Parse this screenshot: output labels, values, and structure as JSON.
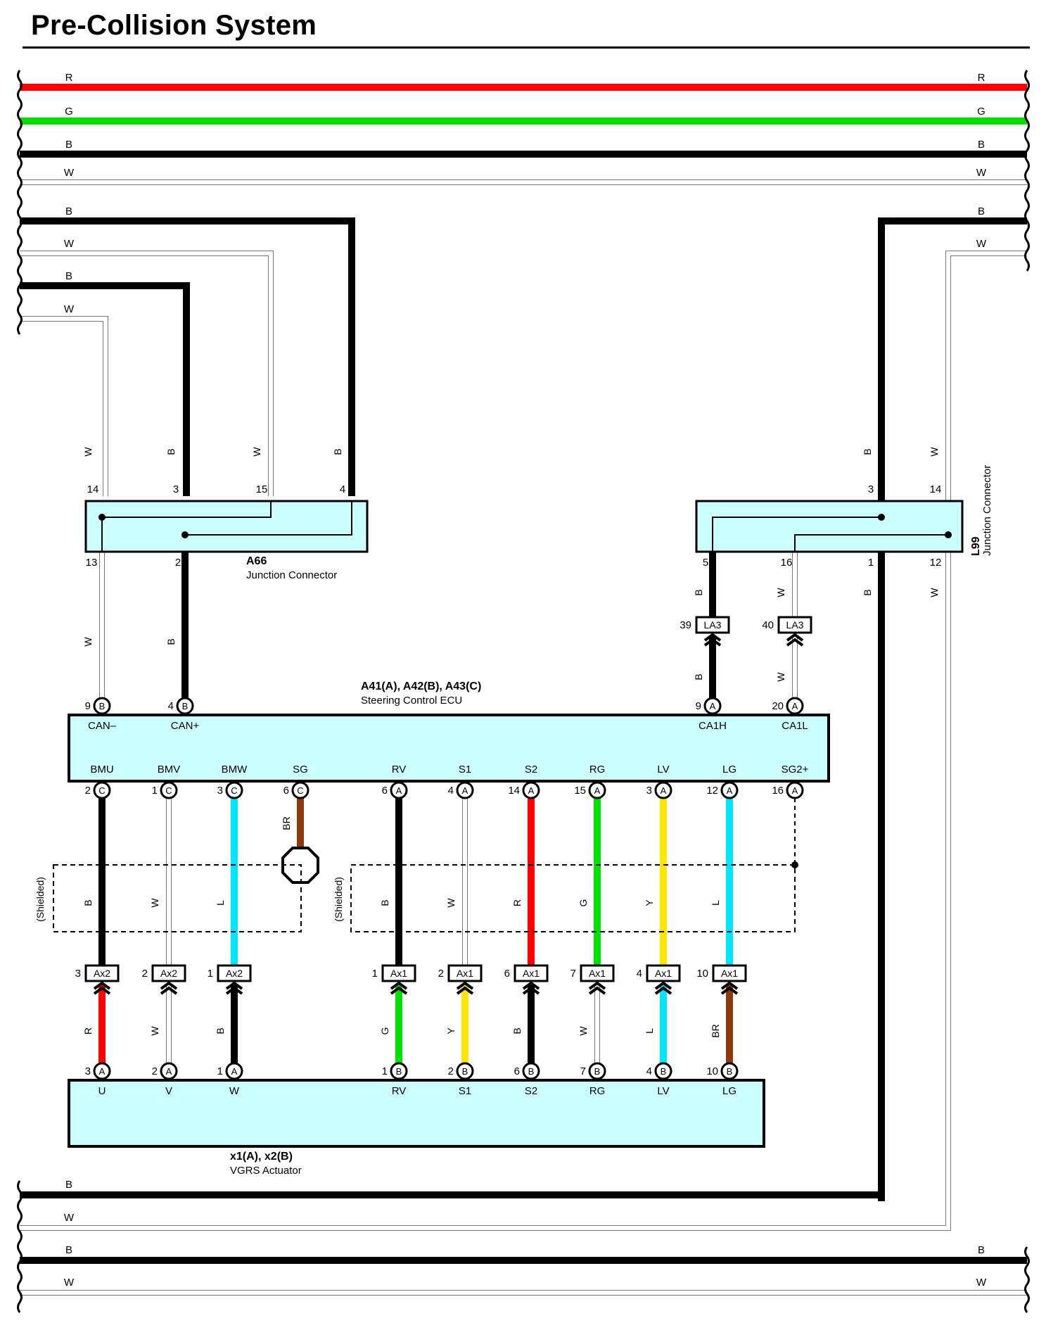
{
  "title": "Pre-Collision System",
  "colors": {
    "R": "#ff0000",
    "G": "#00e000",
    "B": "#000000",
    "W": "#ffffff",
    "L": "#00e5ff",
    "Y": "#ffe600",
    "BR": "#8b3a10",
    "connector_fill": "#ccffff"
  },
  "top_bus": [
    {
      "color": "R",
      "left_label": "R",
      "right_label": "R"
    },
    {
      "color": "G",
      "left_label": "G",
      "right_label": "G"
    },
    {
      "color": "B",
      "left_label": "B",
      "right_label": "B"
    },
    {
      "color": "W",
      "left_label": "W",
      "right_label": "W"
    },
    {
      "color": "B",
      "left_label": "B",
      "right_label": "B"
    },
    {
      "color": "W",
      "left_label": "W",
      "right_label": "W"
    },
    {
      "color": "B",
      "left_label": "B"
    },
    {
      "color": "W",
      "left_label": "W"
    }
  ],
  "bottom_bus": [
    {
      "color": "B",
      "left_label": "B"
    },
    {
      "color": "W",
      "left_label": "W"
    },
    {
      "color": "B",
      "left_label": "B",
      "right_label": "B"
    },
    {
      "color": "W",
      "left_label": "W",
      "right_label": "W"
    }
  ],
  "a66": {
    "id": "A66",
    "name": "Junction Connector",
    "top_pins": [
      "14",
      "3",
      "15",
      "4"
    ],
    "top_wire_colors": [
      "W",
      "B",
      "W",
      "B"
    ],
    "bottom_pins": [
      "13",
      "2"
    ],
    "bottom_wire_colors": [
      "W",
      "B"
    ]
  },
  "l99": {
    "id": "L99",
    "name": "Junction Connector",
    "top_pins": [
      "3",
      "14"
    ],
    "top_wire_colors": [
      "B",
      "W"
    ],
    "bottom_pins": [
      "5",
      "16",
      "1",
      "12"
    ],
    "bottom_wire_colors": [
      "B",
      "W",
      "B",
      "W"
    ]
  },
  "la3": [
    {
      "pin": "39",
      "label": "LA3",
      "wire_color": "B"
    },
    {
      "pin": "40",
      "label": "LA3",
      "wire_color": "W"
    }
  ],
  "ecu": {
    "id": "A41(A), A42(B), A43(C)",
    "name": "Steering Control ECU",
    "top_terminals": [
      {
        "num": "9",
        "conn": "B",
        "label": "CAN–"
      },
      {
        "num": "4",
        "conn": "B",
        "label": "CAN+"
      },
      {
        "num": "9",
        "conn": "A",
        "label": "CA1H"
      },
      {
        "num": "20",
        "conn": "A",
        "label": "CA1L"
      }
    ],
    "bottom_terminals": [
      {
        "num": "2",
        "conn": "C",
        "label": "BMU",
        "wire_color": "B"
      },
      {
        "num": "1",
        "conn": "C",
        "label": "BMV",
        "wire_color": "W"
      },
      {
        "num": "3",
        "conn": "C",
        "label": "BMW",
        "wire_color": "L"
      },
      {
        "num": "6",
        "conn": "C",
        "label": "SG",
        "wire_color": "BR"
      },
      {
        "num": "6",
        "conn": "A",
        "label": "RV",
        "wire_color": "B"
      },
      {
        "num": "4",
        "conn": "A",
        "label": "S1",
        "wire_color": "W"
      },
      {
        "num": "14",
        "conn": "A",
        "label": "S2",
        "wire_color": "R"
      },
      {
        "num": "15",
        "conn": "A",
        "label": "RG",
        "wire_color": "G"
      },
      {
        "num": "3",
        "conn": "A",
        "label": "LV",
        "wire_color": "Y"
      },
      {
        "num": "12",
        "conn": "A",
        "label": "LG",
        "wire_color": "L"
      },
      {
        "num": "16",
        "conn": "A",
        "label": "SG2+"
      }
    ]
  },
  "shield_label": "(Shielded)",
  "inline": [
    {
      "pin": "3",
      "label": "Ax2",
      "upper_color": "B",
      "lower_color": "R"
    },
    {
      "pin": "2",
      "label": "Ax2",
      "upper_color": "W",
      "lower_color": "W"
    },
    {
      "pin": "1",
      "label": "Ax2",
      "upper_color": "L",
      "lower_color": "B"
    },
    {
      "pin": "1",
      "label": "Ax1",
      "upper_color": "B",
      "lower_color": "G"
    },
    {
      "pin": "2",
      "label": "Ax1",
      "upper_color": "W",
      "lower_color": "Y"
    },
    {
      "pin": "6",
      "label": "Ax1",
      "upper_color": "R",
      "lower_color": "B"
    },
    {
      "pin": "7",
      "label": "Ax1",
      "upper_color": "G",
      "lower_color": "W"
    },
    {
      "pin": "4",
      "label": "Ax1",
      "upper_color": "Y",
      "lower_color": "L"
    },
    {
      "pin": "10",
      "label": "Ax1",
      "upper_color": "L",
      "lower_color": "BR"
    }
  ],
  "actuator": {
    "id": "x1(A), x2(B)",
    "name": "VGRS Actuator",
    "terminals": [
      {
        "num": "3",
        "conn": "A",
        "label": "U"
      },
      {
        "num": "2",
        "conn": "A",
        "label": "V"
      },
      {
        "num": "1",
        "conn": "A",
        "label": "W"
      },
      {
        "num": "1",
        "conn": "B",
        "label": "RV"
      },
      {
        "num": "2",
        "conn": "B",
        "label": "S1"
      },
      {
        "num": "6",
        "conn": "B",
        "label": "S2"
      },
      {
        "num": "7",
        "conn": "B",
        "label": "RG"
      },
      {
        "num": "4",
        "conn": "B",
        "label": "LV"
      },
      {
        "num": "10",
        "conn": "B",
        "label": "LG"
      }
    ]
  }
}
